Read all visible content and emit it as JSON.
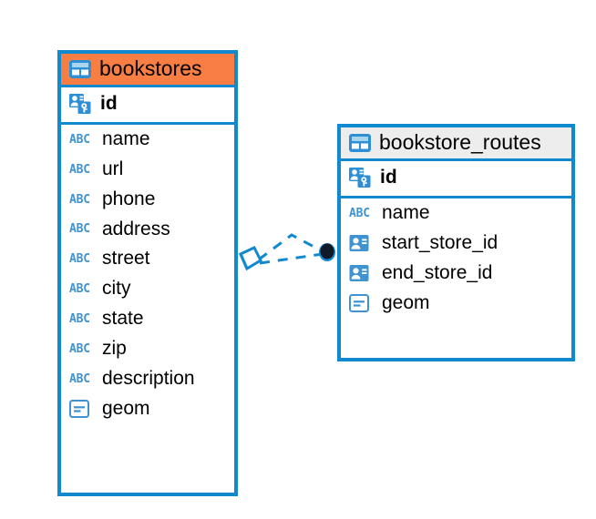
{
  "diagram": {
    "title": "database-schema-erd",
    "background": "#ffffff",
    "colors": {
      "border_blue": "#1189CE",
      "selected_header": "#F97E43",
      "plain_header": "#EDEDED",
      "icon_blue": "#3E93D0",
      "text": "#000000",
      "connector": "#1189CE",
      "endpoint_dot": "#111827"
    }
  },
  "entities": [
    {
      "name": "bookstores",
      "header_icon": "table-icon",
      "header_state": "selected",
      "primary_key": {
        "name": "id",
        "icon": "primary-key-icon"
      },
      "columns": [
        {
          "name": "name",
          "icon": "abc-text-icon",
          "icon_label": "ABC"
        },
        {
          "name": "url",
          "icon": "abc-text-icon",
          "icon_label": "ABC"
        },
        {
          "name": "phone",
          "icon": "abc-text-icon",
          "icon_label": "ABC"
        },
        {
          "name": "address",
          "icon": "abc-text-icon",
          "icon_label": "ABC"
        },
        {
          "name": "street",
          "icon": "abc-text-icon",
          "icon_label": "ABC"
        },
        {
          "name": "city",
          "icon": "abc-text-icon",
          "icon_label": "ABC"
        },
        {
          "name": "state",
          "icon": "abc-text-icon",
          "icon_label": "ABC"
        },
        {
          "name": "zip",
          "icon": "abc-text-icon",
          "icon_label": "ABC"
        },
        {
          "name": "description",
          "icon": "abc-text-icon",
          "icon_label": "ABC"
        },
        {
          "name": "geom",
          "icon": "geometry-icon",
          "icon_label": ""
        }
      ]
    },
    {
      "name": "bookstore_routes",
      "header_icon": "table-icon",
      "header_state": "plain",
      "primary_key": {
        "name": "id",
        "icon": "primary-key-icon"
      },
      "columns": [
        {
          "name": "name",
          "icon": "abc-text-icon",
          "icon_label": "ABC"
        },
        {
          "name": "start_store_id",
          "icon": "foreign-key-icon",
          "icon_label": ""
        },
        {
          "name": "end_store_id",
          "icon": "foreign-key-icon",
          "icon_label": ""
        },
        {
          "name": "geom",
          "icon": "geometry-icon",
          "icon_label": ""
        }
      ]
    }
  ],
  "relationship": {
    "name": "bookstores-to-bookstore-routes",
    "style": "dashed",
    "source_marker": "crows-foot-diamond",
    "target_marker": "filled-circle"
  }
}
